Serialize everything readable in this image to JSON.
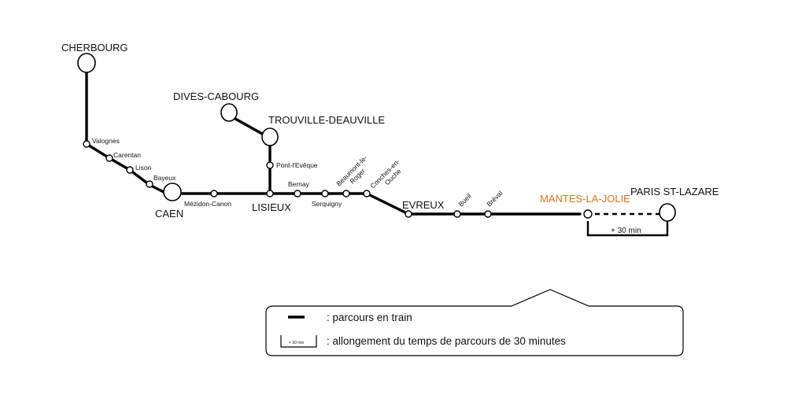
{
  "colors": {
    "line": "#000000",
    "highlight": "#d9731e"
  },
  "stations": {
    "cherbourg": "CHERBOURG",
    "valognes": "Valognes",
    "carentan": "Carentan",
    "lison": "Lison",
    "bayeux": "Bayeux",
    "caen": "CAEN",
    "mezidon": "Mézidon-Canon",
    "lisieux": "LISIEUX",
    "dives": "DIVES-CABOURG",
    "trouville": "TROUVILLE-DEAUVILLE",
    "pont_leveque": "Pont-l'Evêque",
    "bernay": "Bernay",
    "serquigny": "Serquigny",
    "beaumont_1": "Beaumont-le-",
    "beaumont_2": "Roger",
    "conches_1": "Conches-en-",
    "conches_2": "Ouche",
    "evreux": "EVREUX",
    "bueil": "Bueil",
    "breval": "Bréval",
    "mantes": "MANTES-LA-JOLIE",
    "paris": "PARIS ST-LAZARE"
  },
  "detour_label": "+ 30 min",
  "legend": {
    "train_label": ": parcours en train",
    "detour_icon_label": "+ 30 min",
    "detour_label": ": allongement du temps de parcours de 30 minutes"
  }
}
